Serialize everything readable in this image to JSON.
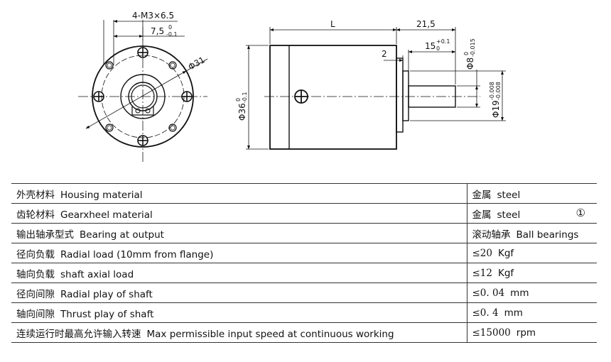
{
  "drawing": {
    "front_view": {
      "thread_label": "4-M3×6.5",
      "offset_label_main": "7,5",
      "offset_label_upper": "0",
      "offset_label_lower": "-0.1",
      "diameter_label": "Φ31"
    },
    "side_view": {
      "length_label": "L",
      "shaft_length_label": "21,5",
      "step_label": "2",
      "shaft_len_main": "15",
      "shaft_len_upper": "+0.1",
      "shaft_len_lower": "0",
      "shaft_dia_main": "Φ8",
      "shaft_dia_upper": "0",
      "shaft_dia_lower": "-0.015",
      "body_dia_main": "Φ36",
      "body_dia_upper": "0",
      "body_dia_lower": "-0.1",
      "flange_dia_main": "Φ19",
      "flange_dia_upper": "-0.008",
      "flange_dia_lower": "-0.008"
    }
  },
  "specs": [
    {
      "cn": "外壳材料",
      "en": "Housing material",
      "value_cn": "金属",
      "value_en": "steel",
      "mark": ""
    },
    {
      "cn": "齿轮材料",
      "en": "Gearxheel material",
      "value_cn": "金属",
      "value_en": "steel",
      "mark": "①"
    },
    {
      "cn": "输出轴承型式",
      "en": "Bearing at output",
      "value_cn": "滚动轴承",
      "value_en": "Ball bearings",
      "mark": ""
    },
    {
      "cn": "径向负载",
      "en": "Radial load (10mm from flange)",
      "value_cn": "≤20",
      "value_en": "Kgf",
      "mark": ""
    },
    {
      "cn": "轴向负载",
      "en": "shaft axial load",
      "value_cn": "≤12",
      "value_en": "Kgf",
      "mark": ""
    },
    {
      "cn": "径向间隙",
      "en": "Radial play of shaft",
      "value_cn": "≤0. 04",
      "value_en": "mm",
      "mark": ""
    },
    {
      "cn": "轴向间隙",
      "en": "Thrust play of shaft",
      "value_cn": "≤0. 4",
      "value_en": "mm",
      "mark": ""
    },
    {
      "cn": "连续运行时最高允许输入转速",
      "en": "Max permissible input speed at continuous working",
      "value_cn": "≤15000",
      "value_en": "rpm",
      "mark": ""
    }
  ]
}
